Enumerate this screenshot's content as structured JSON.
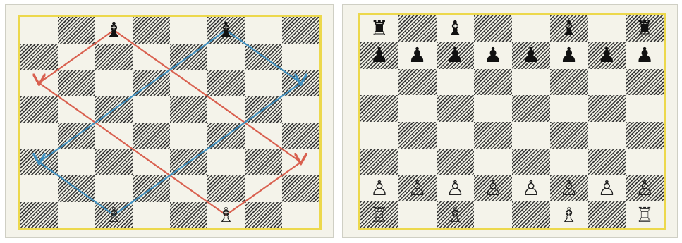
{
  "panels": [
    {
      "id": "left",
      "pieces": [
        {
          "square": "c8",
          "glyph": "♝",
          "color": "black",
          "name": "black-bishop-c8"
        },
        {
          "square": "f8",
          "glyph": "♝",
          "color": "black",
          "name": "black-bishop-f8"
        },
        {
          "square": "c1",
          "glyph": "♗",
          "color": "white",
          "name": "white-bishop-c1"
        },
        {
          "square": "f1",
          "glyph": "♗",
          "color": "white",
          "name": "white-bishop-f1"
        }
      ],
      "arrows": [
        {
          "name": "red-path-c8-a6-d3-f1",
          "color": "#d9604f",
          "points": [
            "c8",
            "a6",
            "f1"
          ]
        },
        {
          "name": "red-path-c8-h3-f1",
          "color": "#d9604f",
          "points": [
            "c8",
            "h3",
            "f1"
          ]
        },
        {
          "name": "blue-path-f8-a3-c1",
          "color": "#3f8fbf",
          "points": [
            "f8",
            "a3",
            "c1"
          ]
        },
        {
          "name": "blue-path-f8-h6-c1",
          "color": "#3f8fbf",
          "points": [
            "f8",
            "h6",
            "c1"
          ]
        }
      ]
    },
    {
      "id": "right",
      "pieces": [
        {
          "square": "a8",
          "glyph": "♜",
          "color": "black",
          "name": "black-rook-a8"
        },
        {
          "square": "c8",
          "glyph": "♝",
          "color": "black",
          "name": "black-bishop-c8"
        },
        {
          "square": "f8",
          "glyph": "♝",
          "color": "black",
          "name": "black-bishop-f8"
        },
        {
          "square": "h8",
          "glyph": "♜",
          "color": "black",
          "name": "black-rook-h8"
        },
        {
          "square": "a7",
          "glyph": "♟",
          "color": "black",
          "name": "black-pawn-a7"
        },
        {
          "square": "b7",
          "glyph": "♟",
          "color": "black",
          "name": "black-pawn-b7"
        },
        {
          "square": "c7",
          "glyph": "♟",
          "color": "black",
          "name": "black-pawn-c7"
        },
        {
          "square": "d7",
          "glyph": "♟",
          "color": "black",
          "name": "black-pawn-d7"
        },
        {
          "square": "e7",
          "glyph": "♟",
          "color": "black",
          "name": "black-pawn-e7"
        },
        {
          "square": "f7",
          "glyph": "♟",
          "color": "black",
          "name": "black-pawn-f7"
        },
        {
          "square": "g7",
          "glyph": "♟",
          "color": "black",
          "name": "black-pawn-g7"
        },
        {
          "square": "h7",
          "glyph": "♟",
          "color": "black",
          "name": "black-pawn-h7"
        },
        {
          "square": "a2",
          "glyph": "♙",
          "color": "white",
          "name": "white-pawn-a2"
        },
        {
          "square": "b2",
          "glyph": "♙",
          "color": "white",
          "name": "white-pawn-b2"
        },
        {
          "square": "c2",
          "glyph": "♙",
          "color": "white",
          "name": "white-pawn-c2"
        },
        {
          "square": "d2",
          "glyph": "♙",
          "color": "white",
          "name": "white-pawn-d2"
        },
        {
          "square": "e2",
          "glyph": "♙",
          "color": "white",
          "name": "white-pawn-e2"
        },
        {
          "square": "f2",
          "glyph": "♙",
          "color": "white",
          "name": "white-pawn-f2"
        },
        {
          "square": "g2",
          "glyph": "♙",
          "color": "white",
          "name": "white-pawn-g2"
        },
        {
          "square": "h2",
          "glyph": "♙",
          "color": "white",
          "name": "white-pawn-h2"
        },
        {
          "square": "a1",
          "glyph": "♖",
          "color": "white",
          "name": "white-rook-a1"
        },
        {
          "square": "c1",
          "glyph": "♗",
          "color": "white",
          "name": "white-bishop-c1"
        },
        {
          "square": "f1",
          "glyph": "♗",
          "color": "white",
          "name": "white-bishop-f1"
        },
        {
          "square": "h1",
          "glyph": "♖",
          "color": "white",
          "name": "white-rook-h1"
        }
      ],
      "arrows": []
    }
  ],
  "colors": {
    "frame": "#ecd84c",
    "light_square": "#eeeee4",
    "dark_hatch": "#3a3a3a",
    "red_arrow": "#d9604f",
    "blue_arrow": "#3f8fbf"
  }
}
